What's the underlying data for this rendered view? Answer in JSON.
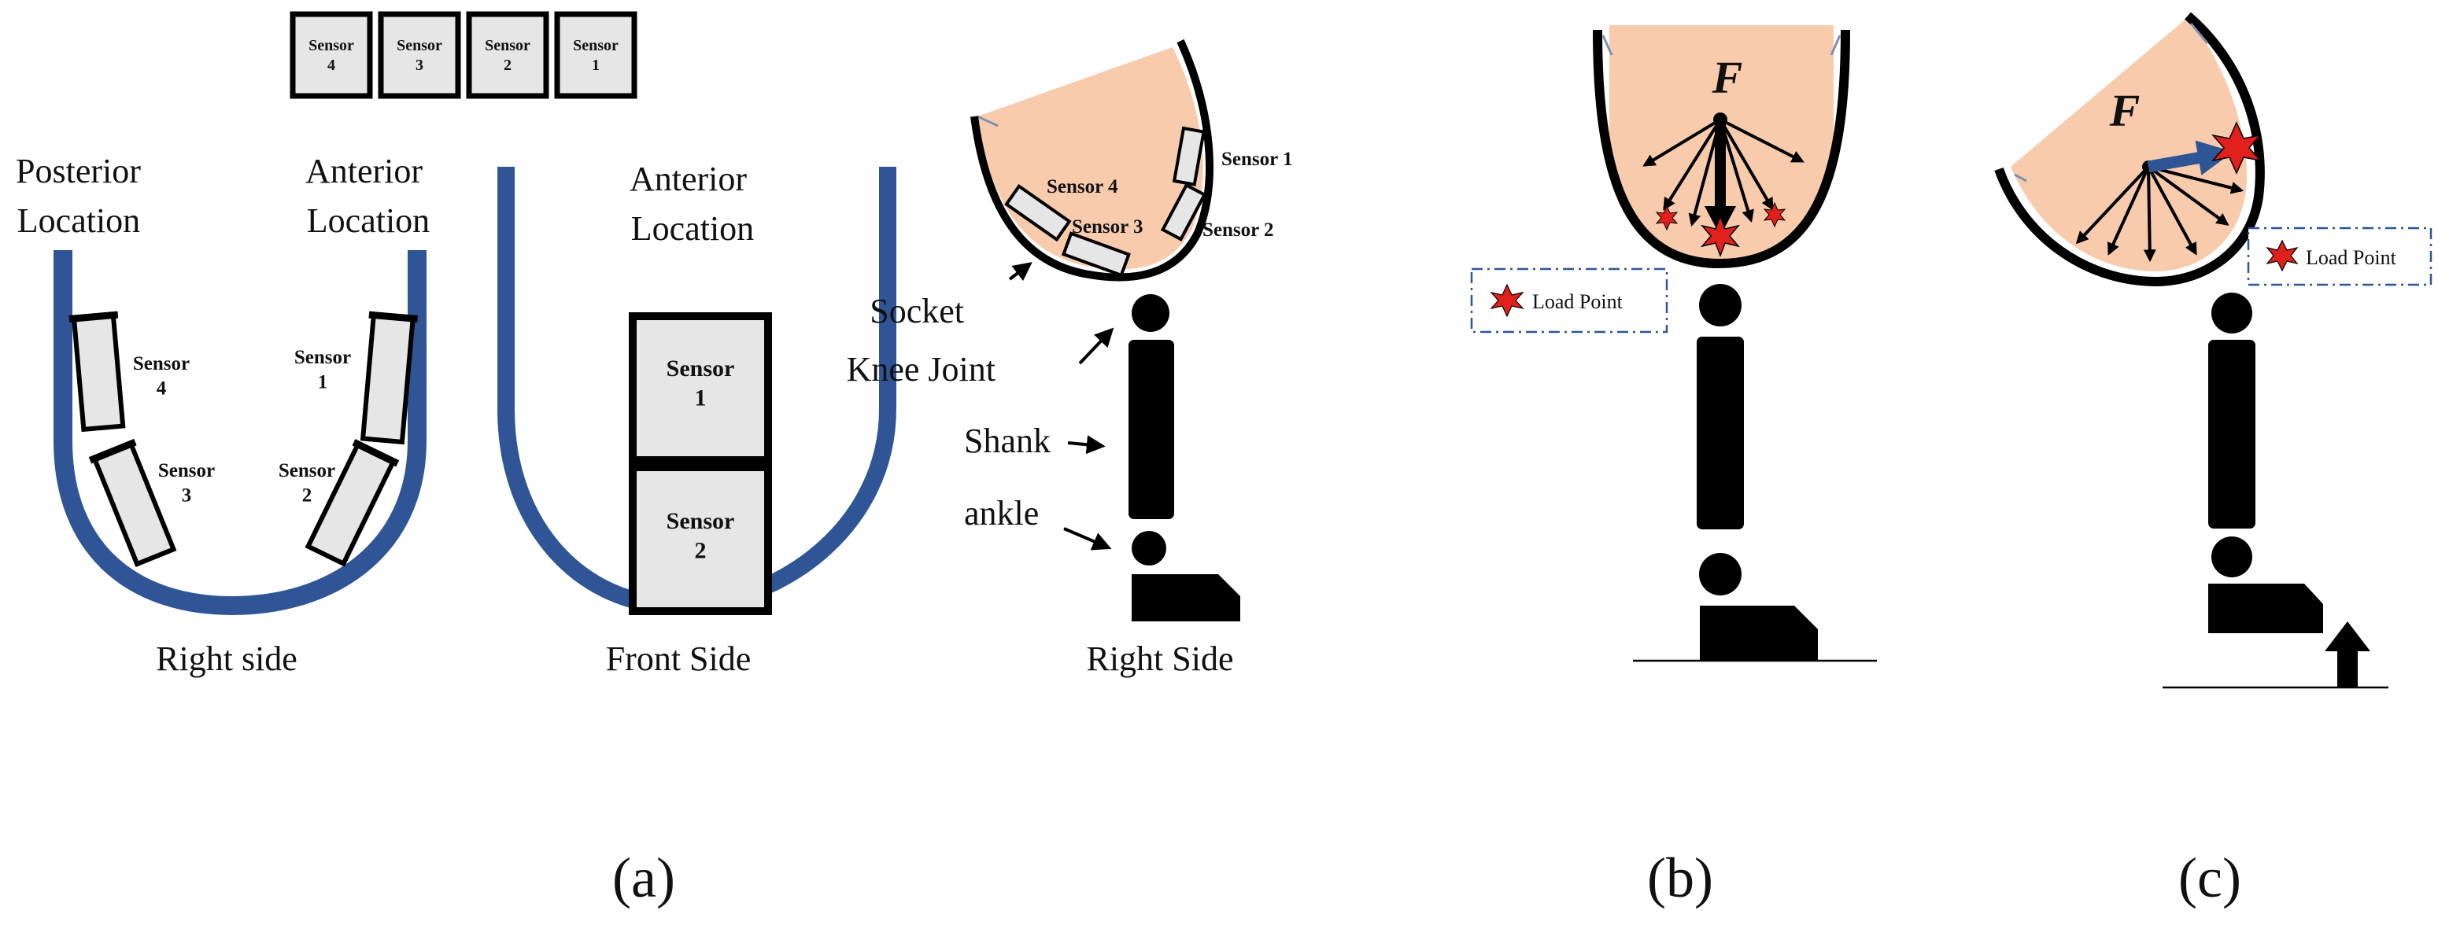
{
  "panel_a": {
    "panel_label": "(a)",
    "sensor_strip": [
      "Sensor\n4",
      "Sensor\n3",
      "Sensor\n2",
      "Sensor\n1"
    ],
    "right_side_view": {
      "posterior_label": [
        "Posterior",
        "Location"
      ],
      "anterior_label": [
        "Anterior",
        "Location"
      ],
      "sensors": [
        "Sensor\n4",
        "Sensor\n3",
        "Sensor\n1",
        "Sensor\n2"
      ],
      "caption": "Right side"
    },
    "front_side_view": {
      "anterior_label": [
        "Anterior",
        "Location"
      ],
      "sensors": [
        "Sensor\n1",
        "Sensor\n2"
      ],
      "caption": "Front Side"
    },
    "leg_view": {
      "sensors": [
        "Sensor 1",
        "Sensor 4",
        "Sensor 3",
        "Sensor 2"
      ],
      "parts": [
        "Socket",
        "Knee Joint",
        "Shank",
        "ankle"
      ],
      "caption": "Right Side"
    }
  },
  "panel_b": {
    "panel_label": "(b)",
    "force_label": "F",
    "load_point_label": "Load Point"
  },
  "panel_c": {
    "panel_label": "(c)",
    "force_label": "F",
    "load_point_label": "Load Point"
  },
  "colors": {
    "socket_blue": "#2f5597",
    "skin": "#f8cbad",
    "sensor_fill": "#e6e6e6",
    "star_red": "#e0201b",
    "force_arrow_blue": "#2f5597"
  }
}
